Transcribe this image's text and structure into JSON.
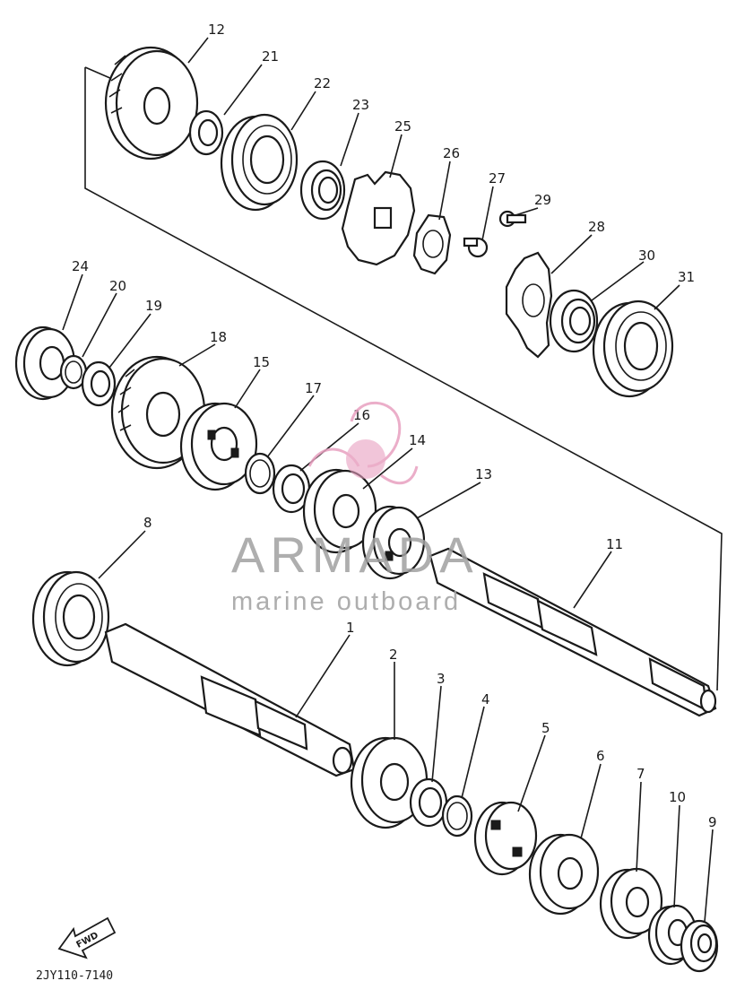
{
  "callouts": [
    {
      "id": "c1",
      "text": "1"
    },
    {
      "id": "c2",
      "text": "2"
    },
    {
      "id": "c3",
      "text": "3"
    },
    {
      "id": "c4",
      "text": "4"
    },
    {
      "id": "c5",
      "text": "5"
    },
    {
      "id": "c6",
      "text": "6"
    },
    {
      "id": "c7",
      "text": "7"
    },
    {
      "id": "c8",
      "text": "8"
    },
    {
      "id": "c9",
      "text": "9"
    },
    {
      "id": "c10",
      "text": "10"
    },
    {
      "id": "c11",
      "text": "11"
    },
    {
      "id": "c12",
      "text": "12"
    },
    {
      "id": "c13",
      "text": "13"
    },
    {
      "id": "c14",
      "text": "14"
    },
    {
      "id": "c15",
      "text": "15"
    },
    {
      "id": "c16",
      "text": "16"
    },
    {
      "id": "c17",
      "text": "17"
    },
    {
      "id": "c18",
      "text": "18"
    },
    {
      "id": "c19",
      "text": "19"
    },
    {
      "id": "c20",
      "text": "20"
    },
    {
      "id": "c21",
      "text": "21"
    },
    {
      "id": "c22",
      "text": "22"
    },
    {
      "id": "c23",
      "text": "23"
    },
    {
      "id": "c24",
      "text": "24"
    },
    {
      "id": "c25",
      "text": "25"
    },
    {
      "id": "c26",
      "text": "26"
    },
    {
      "id": "c27",
      "text": "27"
    },
    {
      "id": "c28",
      "text": "28"
    },
    {
      "id": "c29",
      "text": "29"
    },
    {
      "id": "c30",
      "text": "30"
    },
    {
      "id": "c31",
      "text": "31"
    }
  ],
  "direction_badge": "FWD",
  "drawing_code": "2JY110-7140",
  "watermark": {
    "brand": "ARMADA",
    "tagline": "marine outboard",
    "accent_color": "#e8a0c0",
    "text_color": "#a0a0a0"
  }
}
